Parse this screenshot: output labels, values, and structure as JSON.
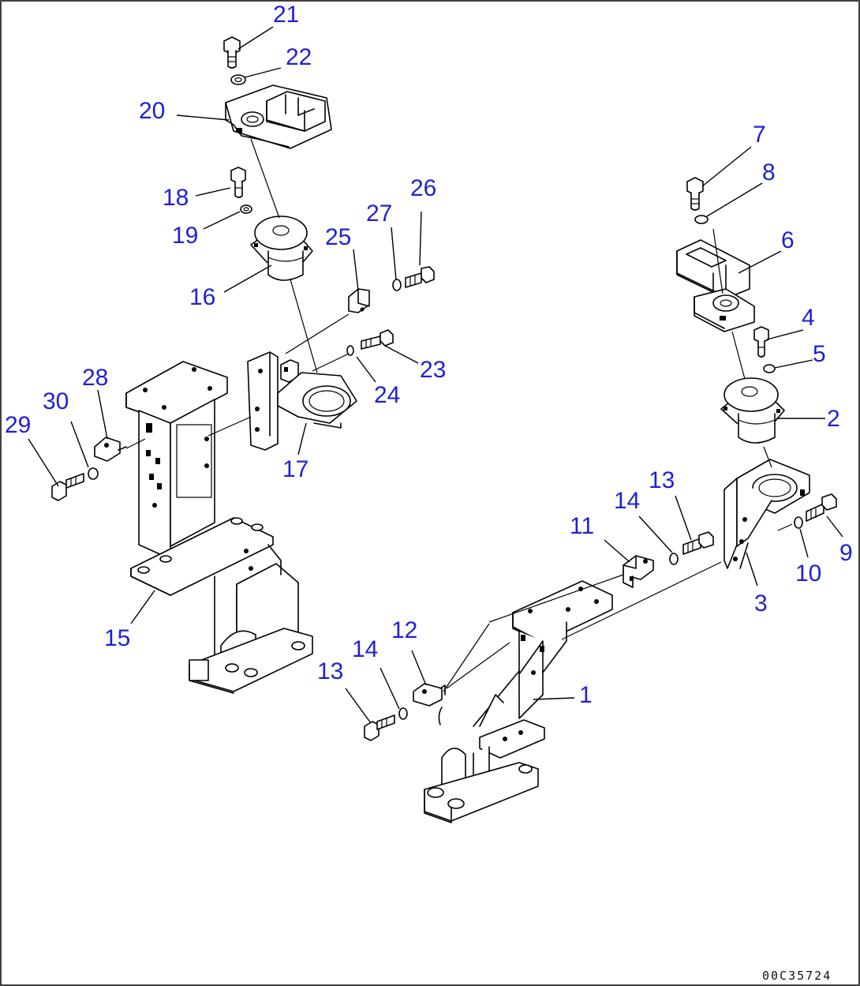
{
  "drawing_id": "00C35724",
  "callouts": {
    "c1": "1",
    "c2": "2",
    "c3": "3",
    "c4": "4",
    "c5": "5",
    "c6": "6",
    "c7": "7",
    "c8": "8",
    "c9": "9",
    "c10": "10",
    "c11": "11",
    "c12": "12",
    "c13a": "13",
    "c13b": "13",
    "c14a": "14",
    "c14b": "14",
    "c15": "15",
    "c16": "16",
    "c17": "17",
    "c18": "18",
    "c19": "19",
    "c20": "20",
    "c21": "21",
    "c22": "22",
    "c23": "23",
    "c24": "24",
    "c25": "25",
    "c26": "26",
    "c27": "27",
    "c28": "28",
    "c29": "29",
    "c30": "30"
  },
  "colors": {
    "callout": "#1f1fd6",
    "line": "#000000",
    "background": "#ffffff"
  }
}
